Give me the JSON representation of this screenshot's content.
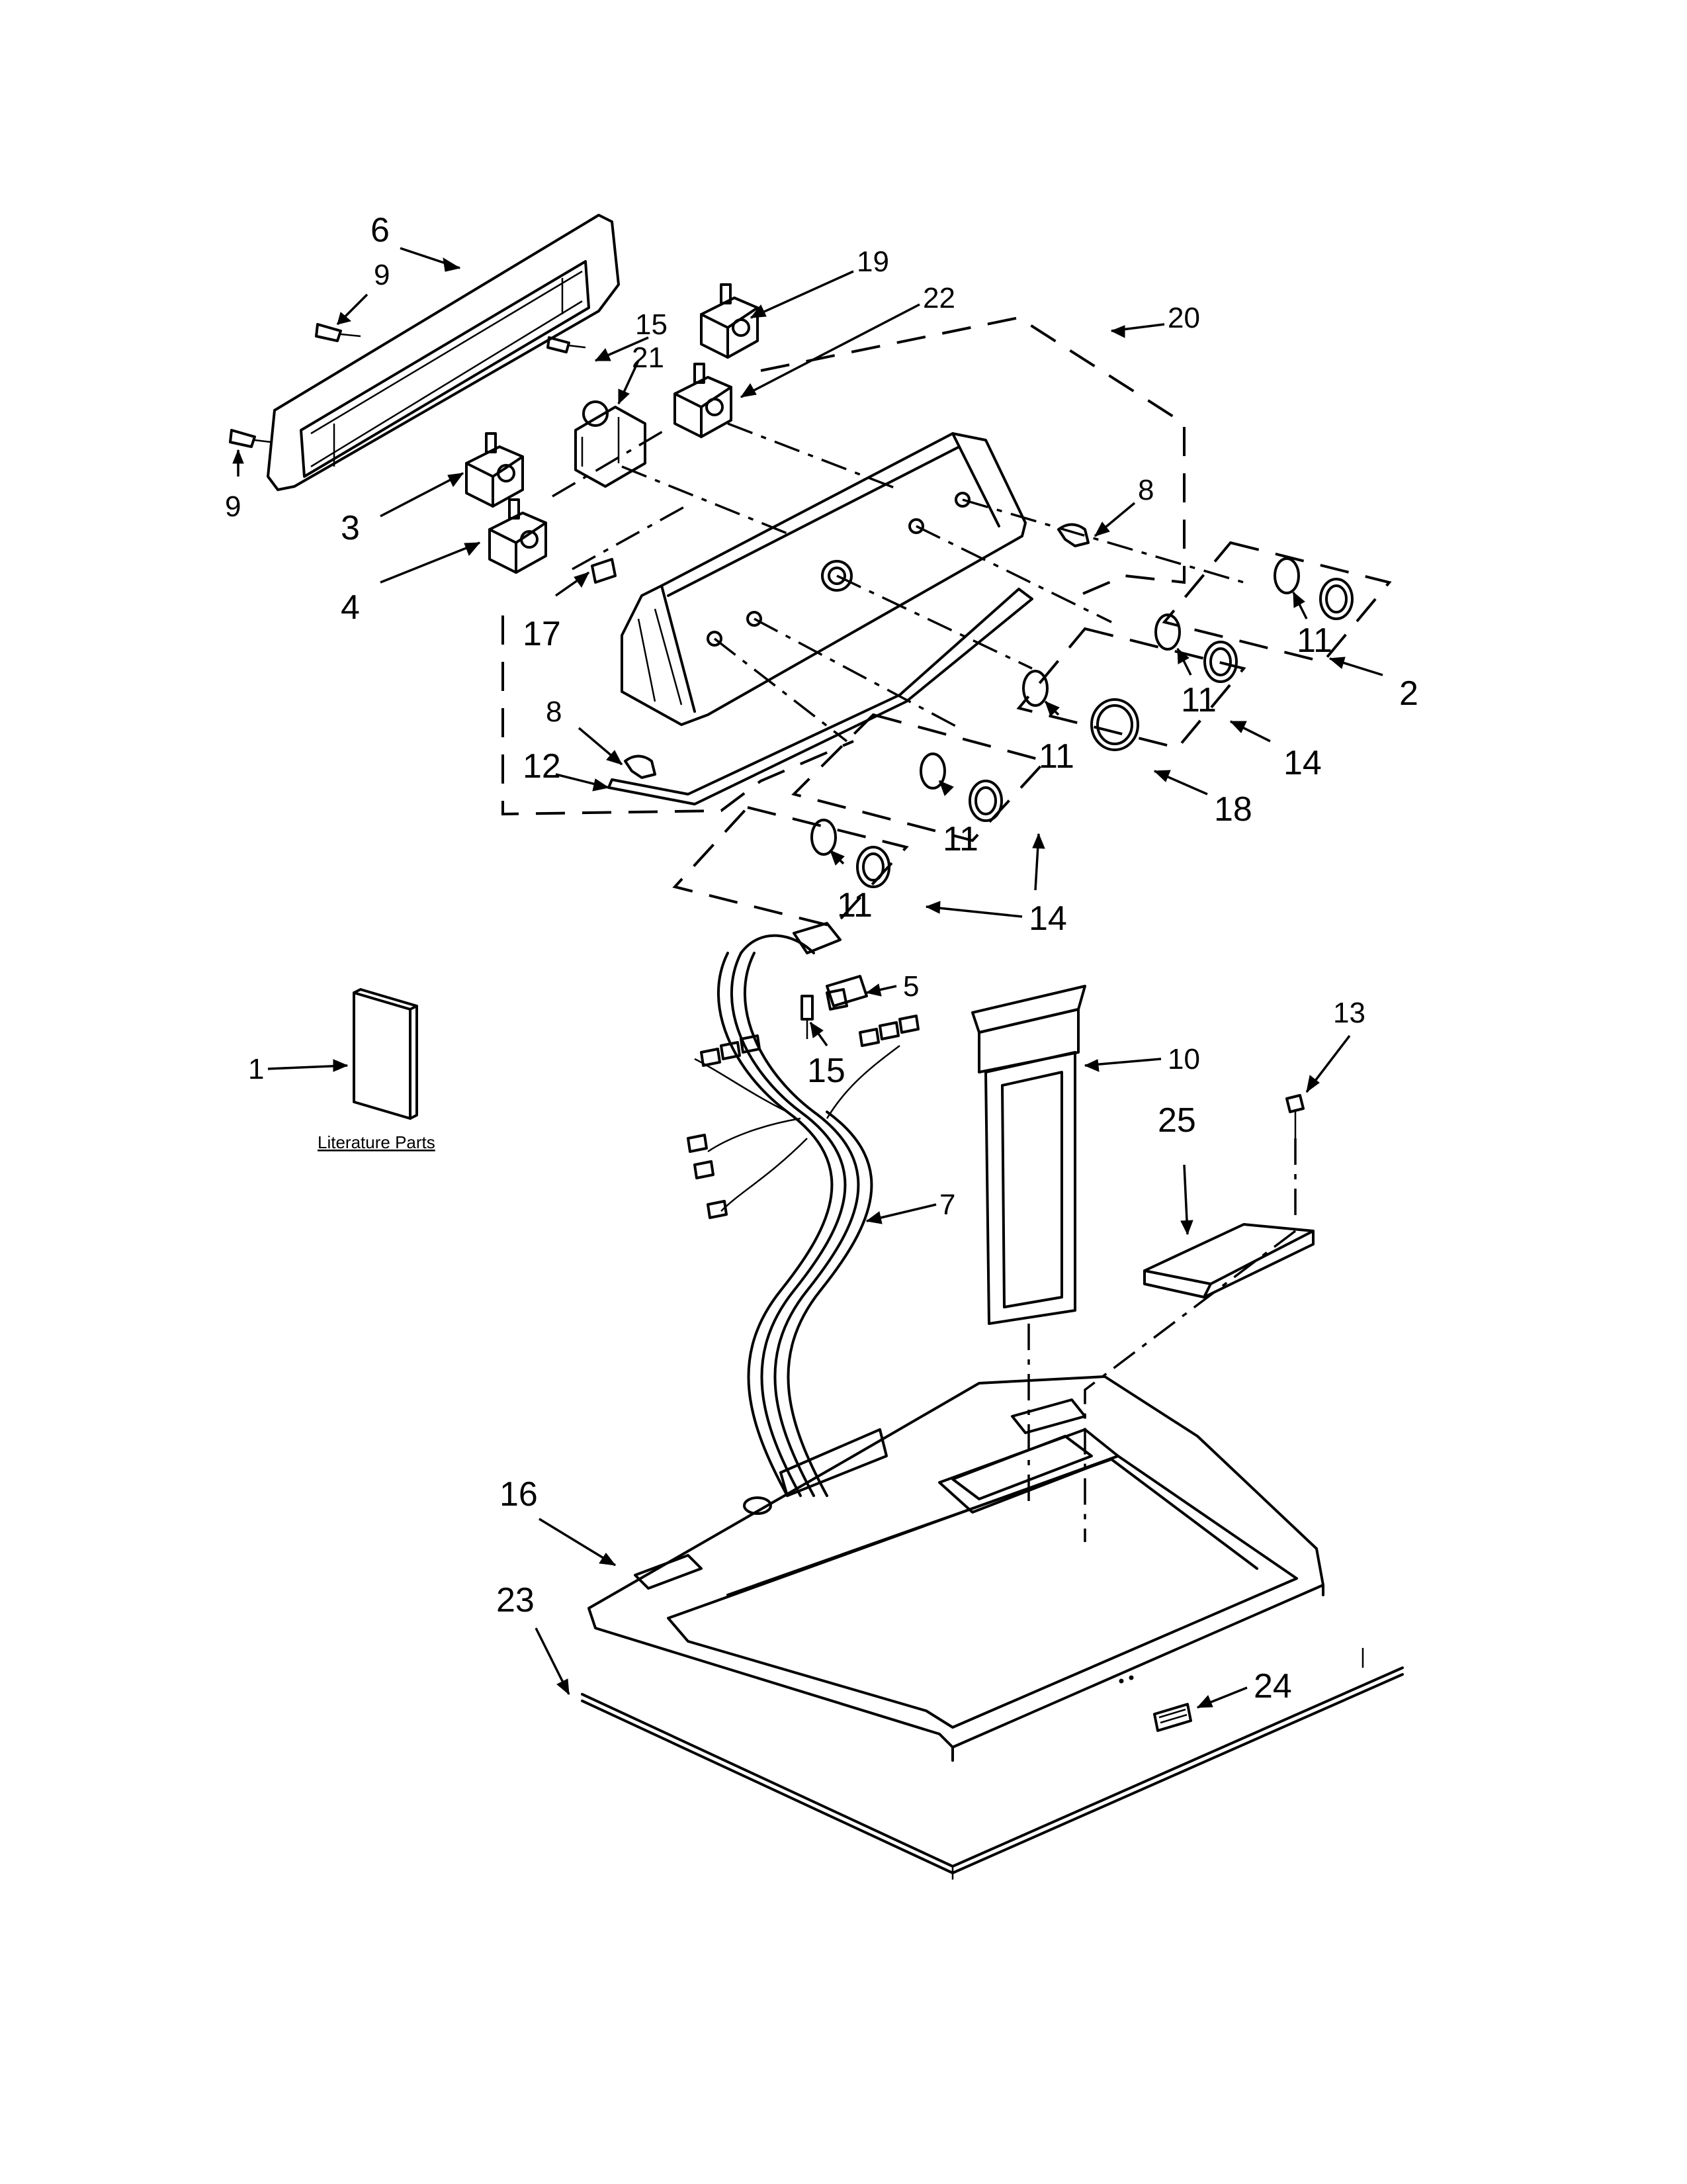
{
  "callouts": {
    "c1": "1",
    "c2": "2",
    "c3": "3",
    "c4": "4",
    "c5": "5",
    "c6": "6",
    "c7": "7",
    "c8a": "8",
    "c8b": "8",
    "c9a": "9",
    "c9b": "9",
    "c10": "10",
    "c11a": "11",
    "c11b": "11",
    "c11c": "11",
    "c11d": "11",
    "c11e": "11",
    "c12": "12",
    "c13": "13",
    "c14a": "14",
    "c14b": "14",
    "c15a": "15",
    "c15b": "15",
    "c16": "16",
    "c17": "17",
    "c18": "18",
    "c19": "19",
    "c20": "20",
    "c21": "21",
    "c22": "22",
    "c23": "23",
    "c24": "24",
    "c25": "25"
  },
  "literature_label": "Literature Parts"
}
